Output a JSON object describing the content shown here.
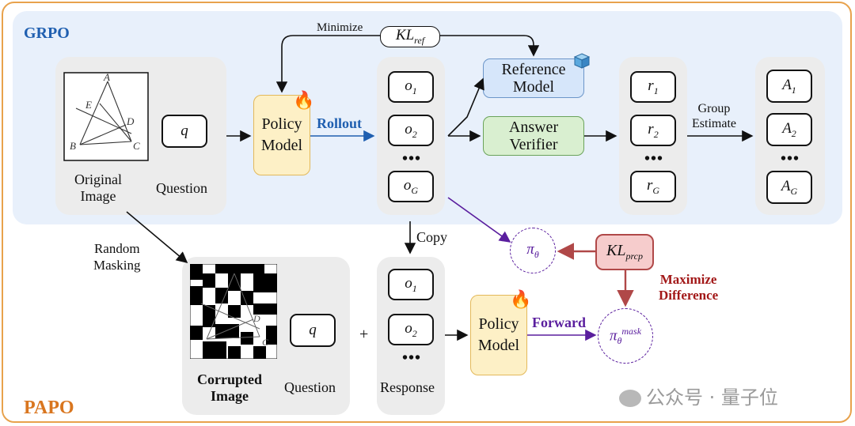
{
  "grpo": {
    "title": "GRPO"
  },
  "papo": {
    "title": "PAPO"
  },
  "original_image": {
    "label": "Original\nImage",
    "points": [
      "A",
      "E",
      "D",
      "B",
      "C"
    ]
  },
  "question_label": "Question",
  "question_symbol": "q",
  "policy_model_label": "Policy\nModel",
  "rollout_label": "Rollout",
  "outputs": [
    "o1",
    "o2",
    "oG"
  ],
  "ellipsis": "•••",
  "reference_model_label": "Reference\nModel",
  "answer_verifier_label": "Answer\nVerifier",
  "minimize_label": "Minimize",
  "kl_ref": {
    "base": "KL",
    "sub": "ref"
  },
  "rewards": [
    "r1",
    "r2",
    "rG"
  ],
  "group_estimate_label": "Group\nEstimate",
  "advantages": [
    "A1",
    "A2",
    "AG"
  ],
  "random_masking_label": "Random\nMasking",
  "corrupted_image_label": "Corrupted\nImage",
  "copy_label": "Copy",
  "plus": "+",
  "response_label": "Response",
  "forward_label": "Forward",
  "pi_theta": {
    "base": "π",
    "sub": "θ"
  },
  "pi_mask": {
    "base": "π",
    "sub": "θ",
    "sup": "mask"
  },
  "kl_prcp": {
    "base": "KL",
    "sub": "prcp"
  },
  "maximize_difference_label": "Maximize\nDifference",
  "watermark": "公众号 · 量子位",
  "colors": {
    "grpo_title": "#1f5fb0",
    "papo_title": "#d9761f",
    "rollout": "#1f5fb0",
    "forward": "#5a1e9e",
    "maximize": "#a21818",
    "frame": "#e8a24c"
  }
}
